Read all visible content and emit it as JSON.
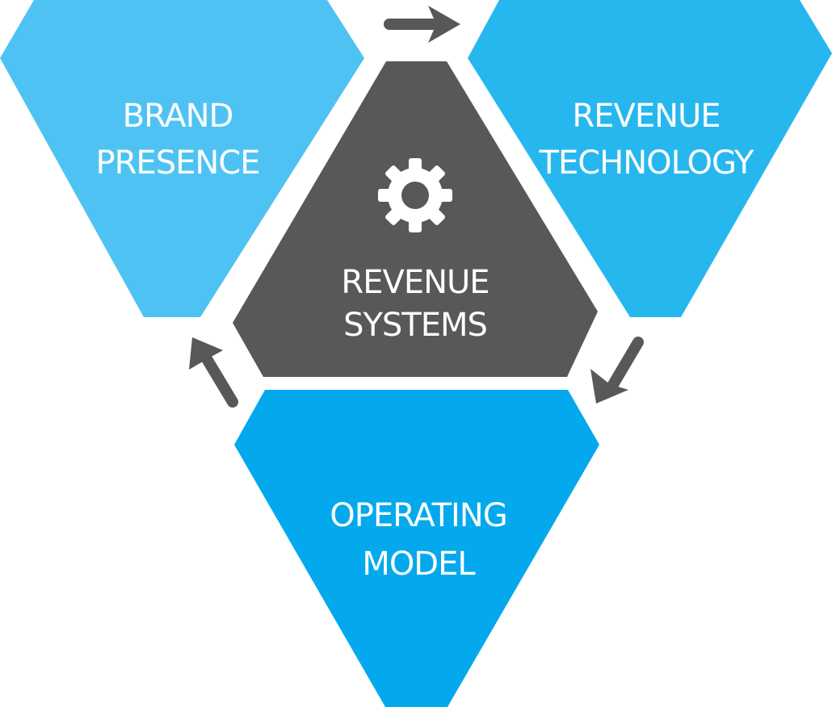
{
  "diagram": {
    "center": {
      "line1": "REVENUE",
      "line2": "SYSTEMS",
      "icon": "gear-icon",
      "color": "#58585a"
    },
    "brand_presence": {
      "line1": "BRAND",
      "line2": "PRESENCE",
      "color": "#4ec3f3"
    },
    "revenue_technology": {
      "line1": "REVENUE",
      "line2": "TECHNOLOGY",
      "color": "#27b7ef"
    },
    "operating_model": {
      "line1": "OPERATING",
      "line2": "MODEL",
      "color": "#03a9ec"
    },
    "arrows": {
      "color": "#58585a",
      "icon": "arrow-icon",
      "direction": "clockwise"
    }
  }
}
